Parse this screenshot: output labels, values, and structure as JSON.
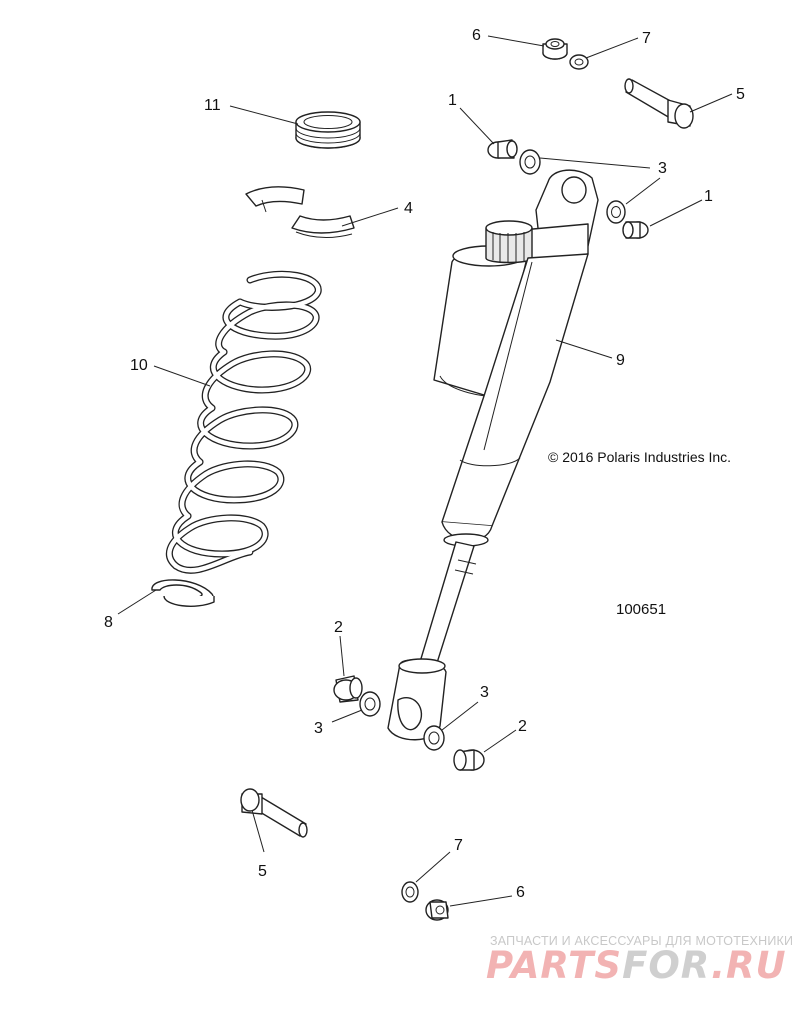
{
  "copyright": "© 2016 Polaris Industries Inc.",
  "figure_id": "100651",
  "callouts": {
    "c1a": "1",
    "c1b": "1",
    "c2a": "2",
    "c2b": "2",
    "c3a": "3",
    "c3b": "3",
    "c3c": "3",
    "c4": "4",
    "c5a": "5",
    "c5b": "5",
    "c6a": "6",
    "c6b": "6",
    "c7a": "7",
    "c7b": "7",
    "c8": "8",
    "c9": "9",
    "c10": "10",
    "c11": "11"
  },
  "watermark": {
    "tagline": "ЗАПЧАСТИ И АКСЕССУАРЫ ДЛЯ МОТОТЕХНИКИ",
    "brand_a": "PARTS",
    "brand_b": "FOR",
    "brand_c": ".RU",
    "color_red": "#f2b3b3",
    "color_gray": "#cfcfcf"
  }
}
